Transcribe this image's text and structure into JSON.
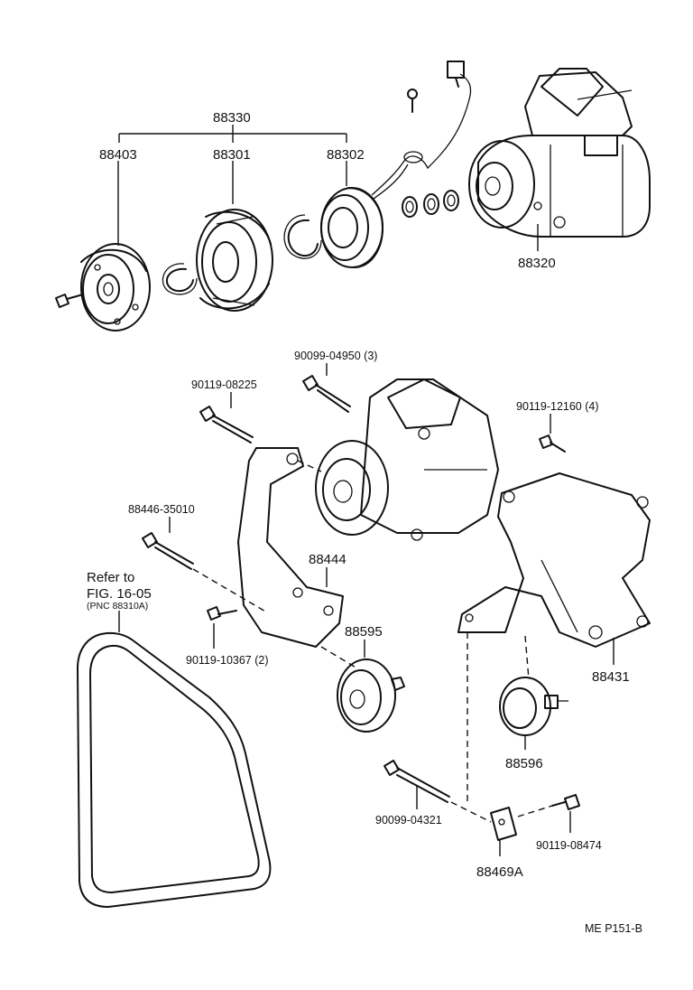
{
  "labels": {
    "p88330": "88330",
    "p88403": "88403",
    "p88301": "88301",
    "p88302": "88302",
    "p88320": "88320",
    "p90099_04950": "90099-04950 (3)",
    "p90119_08225": "90119-08225",
    "p90119_12160": "90119-12160 (4)",
    "p88446_35010": "88446-35010",
    "p88444": "88444",
    "p88595": "88595",
    "p90119_10367": "90119-10367 (2)",
    "p88431": "88431",
    "p88596": "88596",
    "p90099_04321": "90099-04321",
    "p90119_08474": "90119-08474",
    "p88469A": "88469A"
  },
  "refer": {
    "line1": "Refer to",
    "line2": "FIG. 16-05",
    "line3": "(PNC 88310A)"
  },
  "footer": "ME  P151-B"
}
